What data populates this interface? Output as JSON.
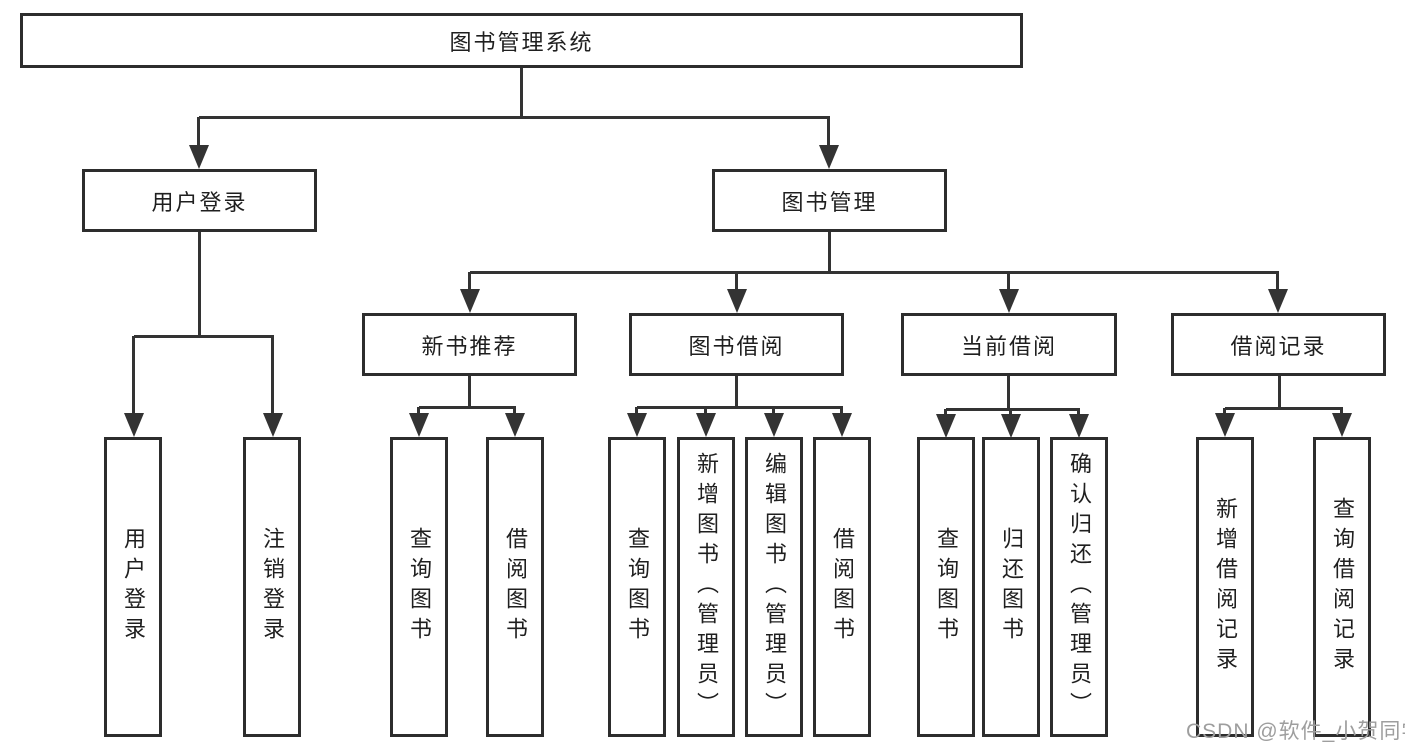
{
  "meta": {
    "diagram_type": "function-structure-tree"
  },
  "colors": {
    "line": "#333333",
    "border": "#2d2d2d",
    "text": "#1f1f1f",
    "background": "#ffffff",
    "watermark": "#9e9e9e"
  },
  "tree": {
    "root": {
      "label": "图书管理系统"
    },
    "branches": [
      {
        "label": "用户登录",
        "children": [
          {
            "label": "用户登录"
          },
          {
            "label": "注销登录"
          }
        ]
      },
      {
        "label": "图书管理",
        "sections": [
          {
            "label": "新书推荐",
            "children": [
              {
                "label": "查询图书"
              },
              {
                "label": "借阅图书"
              }
            ]
          },
          {
            "label": "图书借阅",
            "children": [
              {
                "label": "查询图书"
              },
              {
                "label": "新增图书（管理员）"
              },
              {
                "label": "编辑图书（管理员）"
              },
              {
                "label": "借阅图书"
              }
            ]
          },
          {
            "label": "当前借阅",
            "children": [
              {
                "label": "查询图书"
              },
              {
                "label": "归还图书"
              },
              {
                "label": "确认归还（管理员）"
              }
            ]
          },
          {
            "label": "借阅记录",
            "children": [
              {
                "label": "新增借阅记录"
              },
              {
                "label": "查询借阅记录"
              }
            ]
          }
        ]
      }
    ]
  },
  "watermark": {
    "text": "CSDN @软件_小贺同学"
  }
}
